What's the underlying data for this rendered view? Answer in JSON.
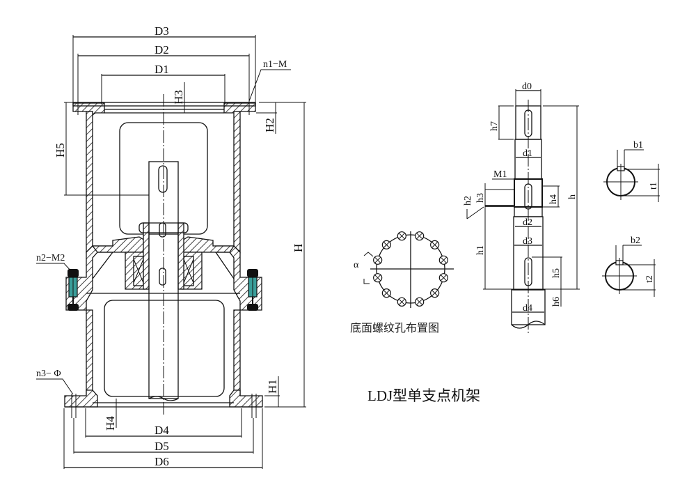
{
  "title": "LDJ型单支点机架",
  "bolt_layout_caption": "底面螺纹孔布置图",
  "colors": {
    "line": "#111111",
    "bolt_fill": "#3a9e9a",
    "bolt_dark": "#111111",
    "background": "#ffffff"
  },
  "main_view": {
    "dims_horizontal": {
      "d3": "D3",
      "d2": "D2",
      "d1": "D1",
      "d4": "D4",
      "d5": "D5",
      "d6": "D6"
    },
    "dims_vertical": {
      "h": "H",
      "h1": "H1",
      "h2": "H2",
      "h3": "H3",
      "h4": "H4",
      "h5": "H5"
    },
    "callouts": {
      "top_bolts": "n1−M",
      "mid_bolts": "n2−M2",
      "base_holes": "n3− Φ"
    }
  },
  "shaft_view": {
    "diameters": [
      "d0",
      "d1",
      "d2",
      "d3",
      "d4"
    ],
    "heights": {
      "h": "h",
      "h1": "h1",
      "h2": "h2",
      "h3": "h3",
      "h4": "h4",
      "h5": "h5",
      "h6": "h6",
      "h7": "h7"
    },
    "thread": "M1"
  },
  "keyway_sections": [
    {
      "width": "b1",
      "depth": "t1"
    },
    {
      "width": "b2",
      "depth": "t2"
    }
  ],
  "bolt_circle": {
    "angle_label": "α",
    "hole_count": 12
  }
}
